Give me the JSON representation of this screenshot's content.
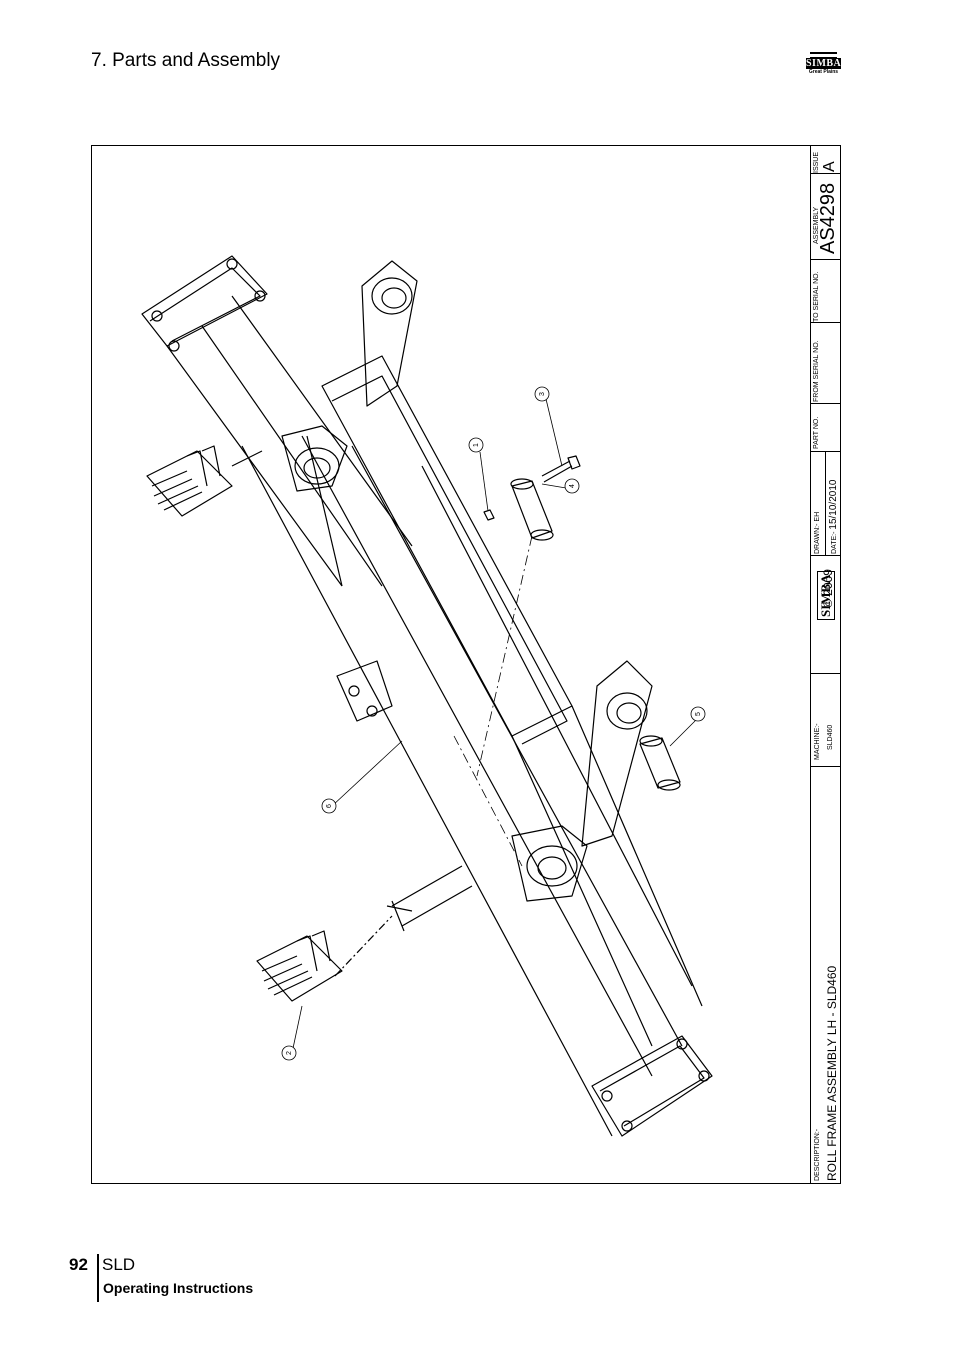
{
  "header": {
    "section_title": "7. Parts and Assembly"
  },
  "logo": {
    "brand": "SIMBA",
    "sub": "Great Plains"
  },
  "drawing": {
    "balloons": [
      "1",
      "2",
      "3",
      "4",
      "5",
      "6"
    ]
  },
  "title_block": {
    "issue_label": "ISSUE",
    "issue_value": "A",
    "assembly_label": "ASSEMBLY",
    "assembly_value": "AS4298",
    "to_serial_label": "TO SERIAL NO.",
    "from_serial_label": "FROM SERIAL NO.",
    "part_no_label": "PART NO.",
    "drawn_label": "DRAWN:-",
    "drawn_value": "EH",
    "date_label": "DATE:-",
    "date_value": "15/10/2010",
    "copyright": "© 2009",
    "logo_brand": "SIMBA",
    "machine_label": "MACHINE:-",
    "machine_value": "SLD460",
    "description_label": "DESCRIPTION:-",
    "description_value": "ROLL FRAME ASSEMBLY LH - SLD460"
  },
  "footer": {
    "page_number": "92",
    "product": "SLD",
    "subtitle": "Operating Instructions"
  }
}
